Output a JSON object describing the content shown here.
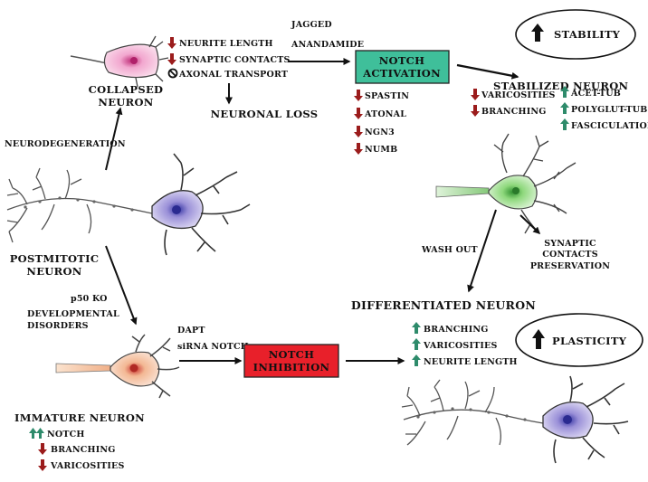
{
  "collapsed": {
    "title_line1": "COLLAPSED",
    "title_line2": "NEURON",
    "effects": [
      "NEURITE LENGTH",
      "SYNAPTIC CONTACTS",
      "AXONAL TRANSPORT"
    ],
    "outcome": "NEURONAL LOSS"
  },
  "neurodegeneration": "NEURODEGENERATION",
  "postmitotic": {
    "line1": "POSTMITOTIC",
    "line2": "NEURON"
  },
  "activators": {
    "line1": "JAGGED",
    "line2": "ANANDAMIDE"
  },
  "notch_activation": {
    "line1": "NOTCH",
    "line2": "ACTIVATION"
  },
  "activation_down": [
    "SPASTIN",
    "ATONAL",
    "NGN3",
    "NUMB"
  ],
  "stability": "STABILITY",
  "stabilized": {
    "title": "STABILIZED NEURON",
    "down": [
      "VARICOSITIES",
      "BRANCHING"
    ],
    "up": [
      "ACET-TUB",
      "POLYGLUT-TUB",
      "FASCICULATION"
    ]
  },
  "synaptic_preservation": [
    "SYNAPTIC",
    "CONTACTS",
    "PRESERVATION"
  ],
  "wash_out": "WASH OUT",
  "differentiated": {
    "title": "DIFFERENTIATED NEURON",
    "up": [
      "BRANCHING",
      "VARICOSITIES",
      "NEURITE LENGTH"
    ]
  },
  "plasticity": "PLASTICITY",
  "causes": [
    "p50 KO",
    "DEVELOPMENTAL",
    "DISORDERS"
  ],
  "inhibitors": {
    "line1": "DAPT",
    "line2": "siRNA NOTCH"
  },
  "notch_inhibition": {
    "line1": "NOTCH",
    "line2": "INHIBITION"
  },
  "immature": {
    "title": "IMMATURE NEURON",
    "up": [
      "NOTCH"
    ],
    "down": [
      "BRANCHING",
      "VARICOSITIES"
    ]
  },
  "colors": {
    "activation_box": "#3fbf9a",
    "inhibition_box": "#e8202a",
    "up_arrow": "#2e8b6b",
    "down_arrow": "#9b1c1c",
    "soma_collapsed": "#f0a8d0",
    "soma_postmitotic": "#9a90d8",
    "soma_stabilized": "#8ed87c",
    "soma_immature": "#f3b894"
  }
}
